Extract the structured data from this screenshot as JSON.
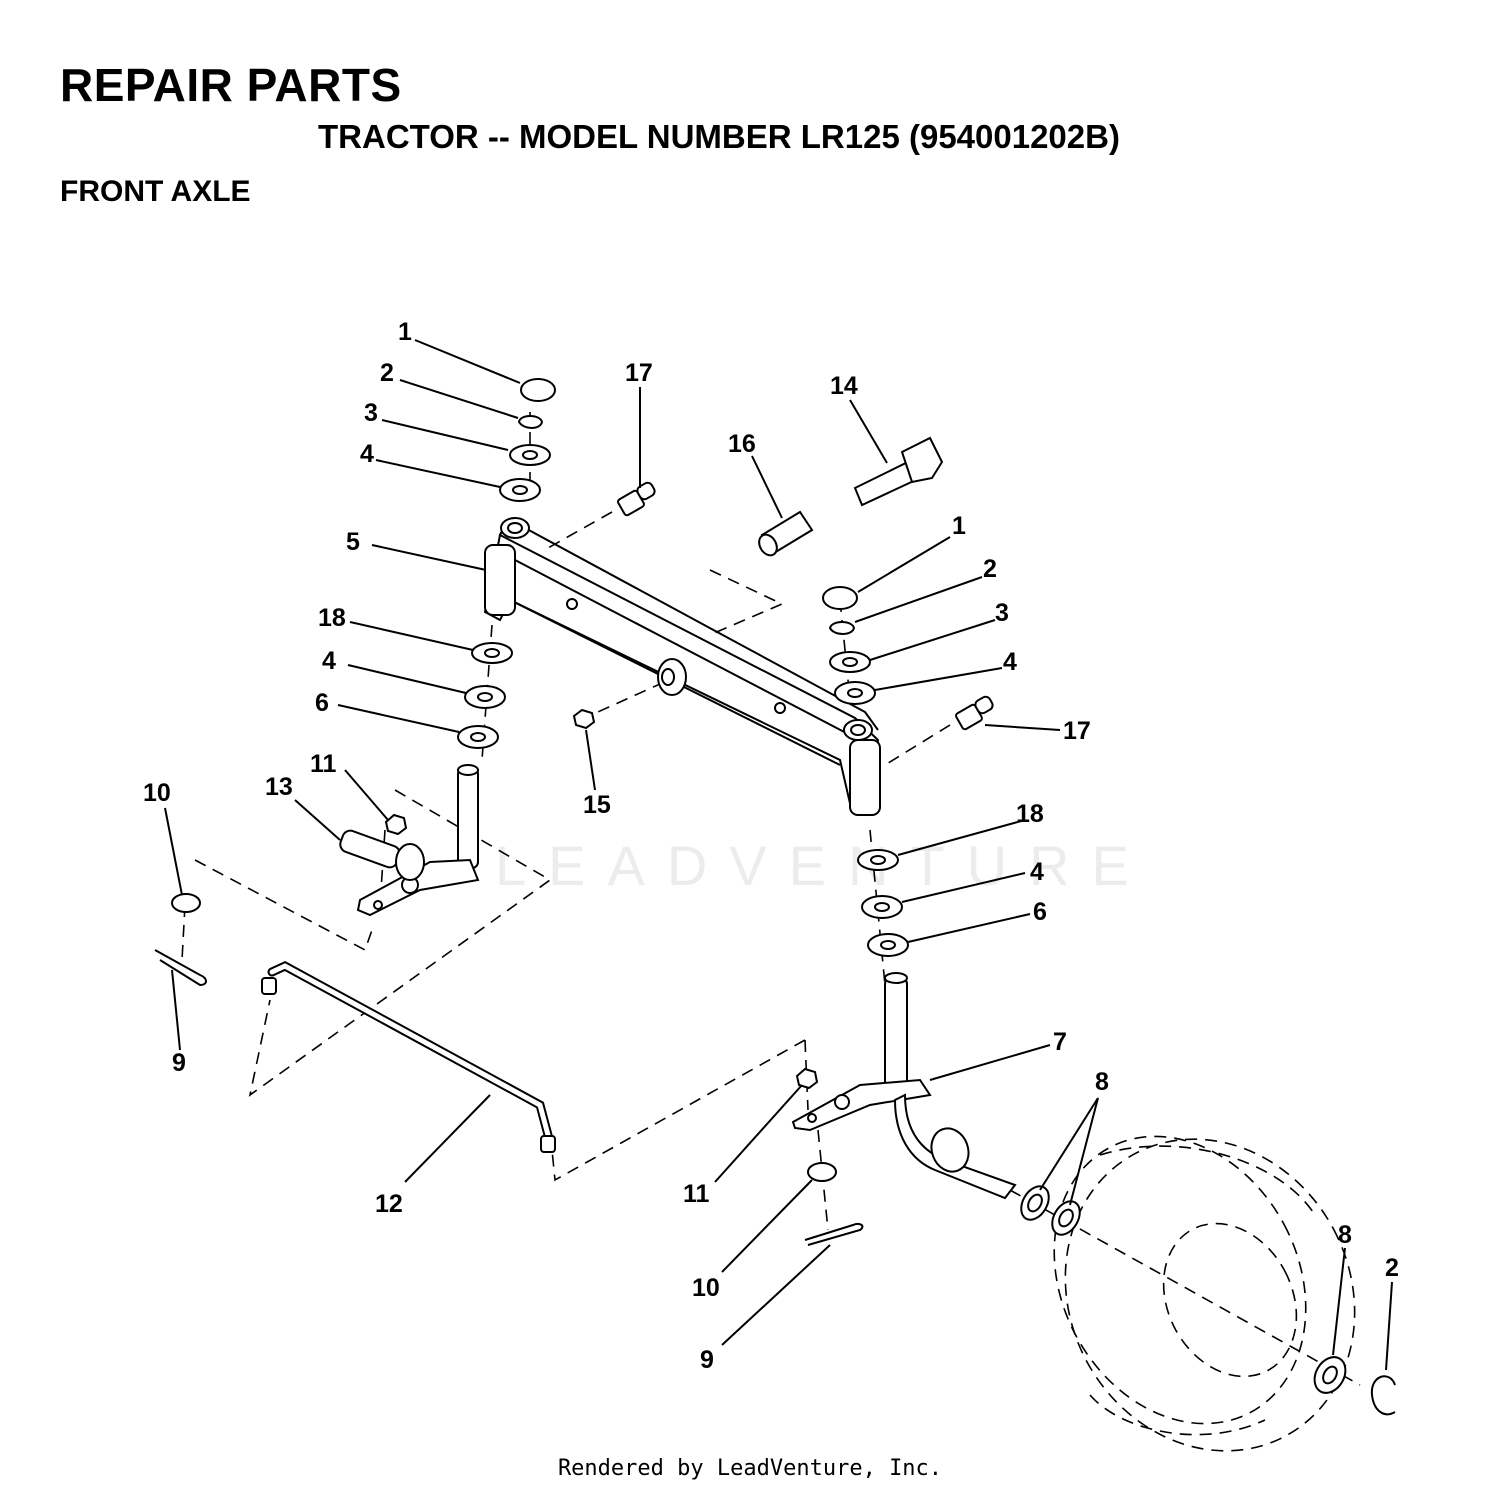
{
  "header": {
    "title": "REPAIR PARTS",
    "subtitle": "TRACTOR -- MODEL NUMBER LR125 (954001202B)",
    "section": "FRONT AXLE"
  },
  "watermark": "LEADVENTURE",
  "footer": "Rendered by LeadVenture, Inc.",
  "callouts": [
    "1",
    "2",
    "3",
    "4",
    "5",
    "18",
    "4",
    "6",
    "17",
    "14",
    "16",
    "1",
    "2",
    "3",
    "4",
    "17",
    "15",
    "11",
    "13",
    "10",
    "9",
    "18",
    "4",
    "6",
    "7",
    "8",
    "12",
    "11",
    "10",
    "9",
    "8",
    "2"
  ]
}
